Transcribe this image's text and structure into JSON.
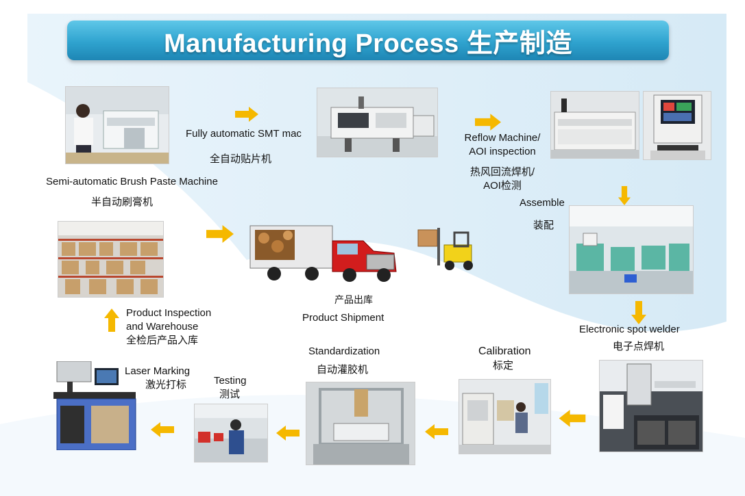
{
  "title": "Manufacturing Process 生产制造",
  "colors": {
    "arrow": "#f5b800",
    "title_bar": "#2fa3cf",
    "background_swoosh": "#cfe6f5"
  },
  "steps": {
    "brush_paste": {
      "en": "Semi-automatic Brush Paste Machine",
      "zh": "半自动刷膏机"
    },
    "smt": {
      "en": "Fully automatic SMT mac",
      "zh": "全自动贴片机"
    },
    "reflow": {
      "en": "Reflow Machine/",
      "en2": "AOI inspection",
      "zh": "热风回流焊机/",
      "zh2": "AOI检测"
    },
    "assemble": {
      "en": "Assemble",
      "zh": "装配"
    },
    "spot_welder": {
      "en": "Electronic spot welder",
      "zh": "电子点焊机"
    },
    "calibration": {
      "en": "Calibration",
      "zh": "标定"
    },
    "standardization": {
      "en": "Standardization",
      "zh": "自动灌胶机"
    },
    "testing": {
      "en": "Testing",
      "zh": "测试"
    },
    "laser_marking": {
      "en": "Laser Marking",
      "zh": "激光打标"
    },
    "inspection_warehouse": {
      "en": "Product Inspection",
      "en2": "and Warehouse",
      "zh": "全检后产品入库"
    },
    "shipment": {
      "zh": "产品出库",
      "en": "Product Shipment"
    }
  }
}
